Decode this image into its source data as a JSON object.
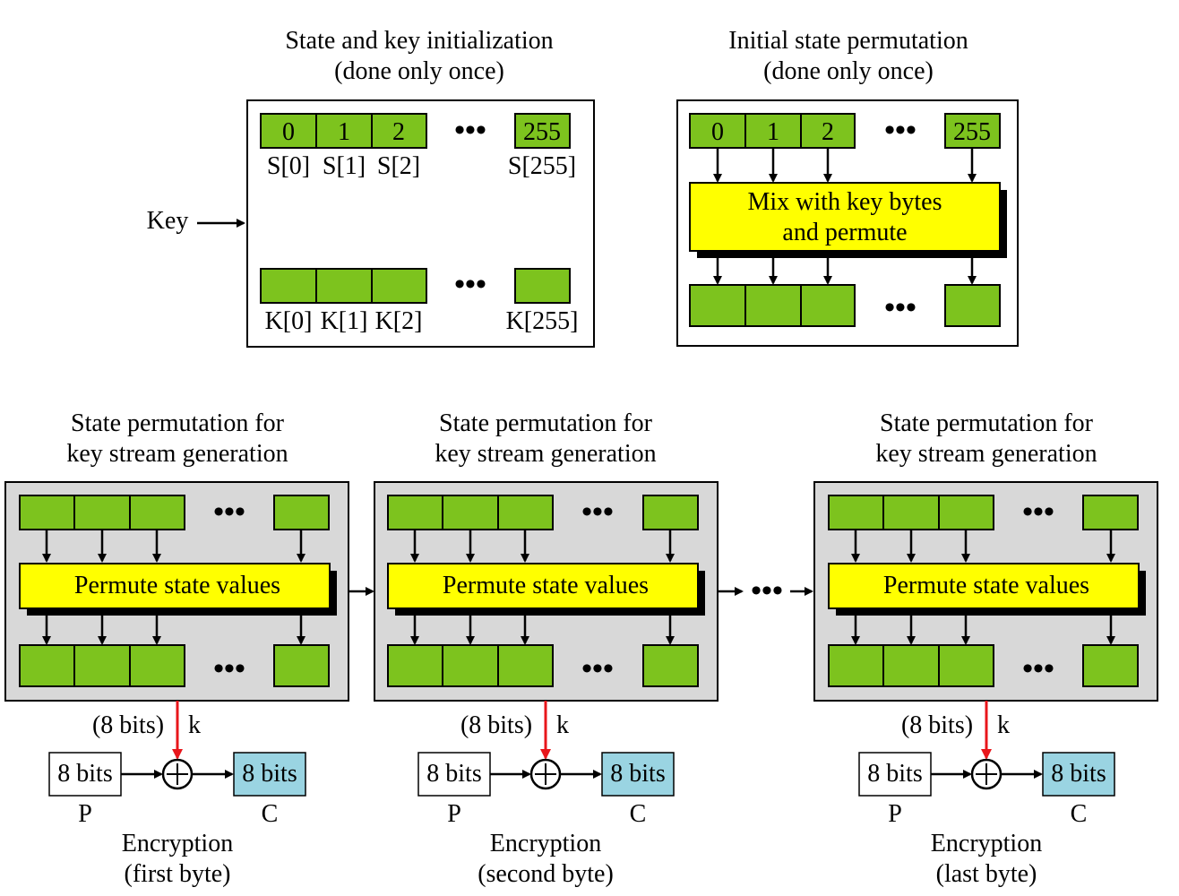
{
  "init": {
    "title1": "State and key initialization",
    "title2": "(done only once)",
    "state_cells": [
      "0",
      "1",
      "2",
      "255"
    ],
    "state_labels": [
      "S[0]",
      "S[1]",
      "S[2]",
      "S[255]"
    ],
    "key_labels": [
      "K[0]",
      "K[1]",
      "K[2]",
      "K[255]"
    ],
    "key_input": "Key",
    "ellipsis": "•••"
  },
  "perm": {
    "title1": "Initial state permutation",
    "title2": "(done only once)",
    "cells": [
      "0",
      "1",
      "2",
      "255"
    ],
    "mix1": "Mix with key bytes",
    "mix2": "and permute",
    "ellipsis": "•••"
  },
  "stages": [
    {
      "title1": "State permutation for",
      "title2": "key stream generation",
      "permute": "Permute state values",
      "bits_in": "(8 bits)",
      "k": "k",
      "p": "8 bits",
      "c": "8 bits",
      "p_label": "P",
      "c_label": "C",
      "enc1": "Encryption",
      "enc2": "(first byte)",
      "ellipsis": "•••"
    },
    {
      "title1": "State permutation for",
      "title2": "key stream generation",
      "permute": "Permute state values",
      "bits_in": "(8 bits)",
      "k": "k",
      "p": "8 bits",
      "c": "8 bits",
      "p_label": "P",
      "c_label": "C",
      "enc1": "Encryption",
      "enc2": "(second byte)",
      "ellipsis": "•••"
    },
    {
      "title1": "State permutation for",
      "title2": "key stream generation",
      "permute": "Permute state values",
      "bits_in": "(8 bits)",
      "k": "k",
      "p": "8 bits",
      "c": "8 bits",
      "p_label": "P",
      "c_label": "C",
      "enc1": "Encryption",
      "enc2": "(last byte)",
      "ellipsis": "•••"
    }
  ],
  "between_dots": "•••",
  "colors": {
    "state_cell": "#7dc31e",
    "permute_box": "#ffff00",
    "stage_bg": "#d8d8d8",
    "ciphertext": "#9ad4e2",
    "key_arrow": "#e8161b"
  }
}
